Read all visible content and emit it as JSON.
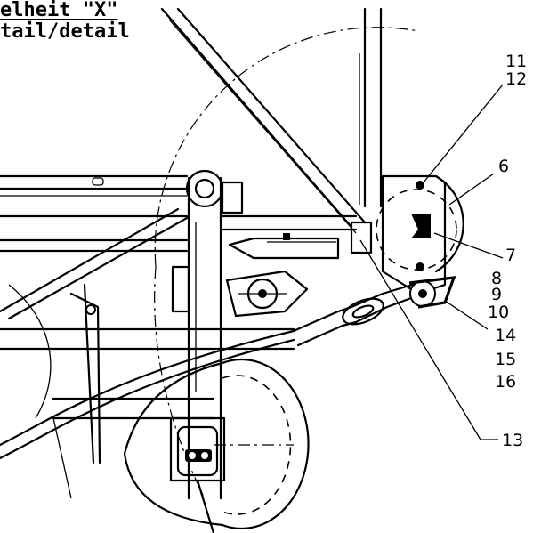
{
  "title": {
    "line1": "elheit \"X\"",
    "line2": "tail/detail"
  },
  "callouts": {
    "c11": "11",
    "c12": "12",
    "c6": "6",
    "c7": "7",
    "c8": "8",
    "c9": "9",
    "c10": "10",
    "c14": "14",
    "c15": "15",
    "c16": "16",
    "c13": "13"
  }
}
